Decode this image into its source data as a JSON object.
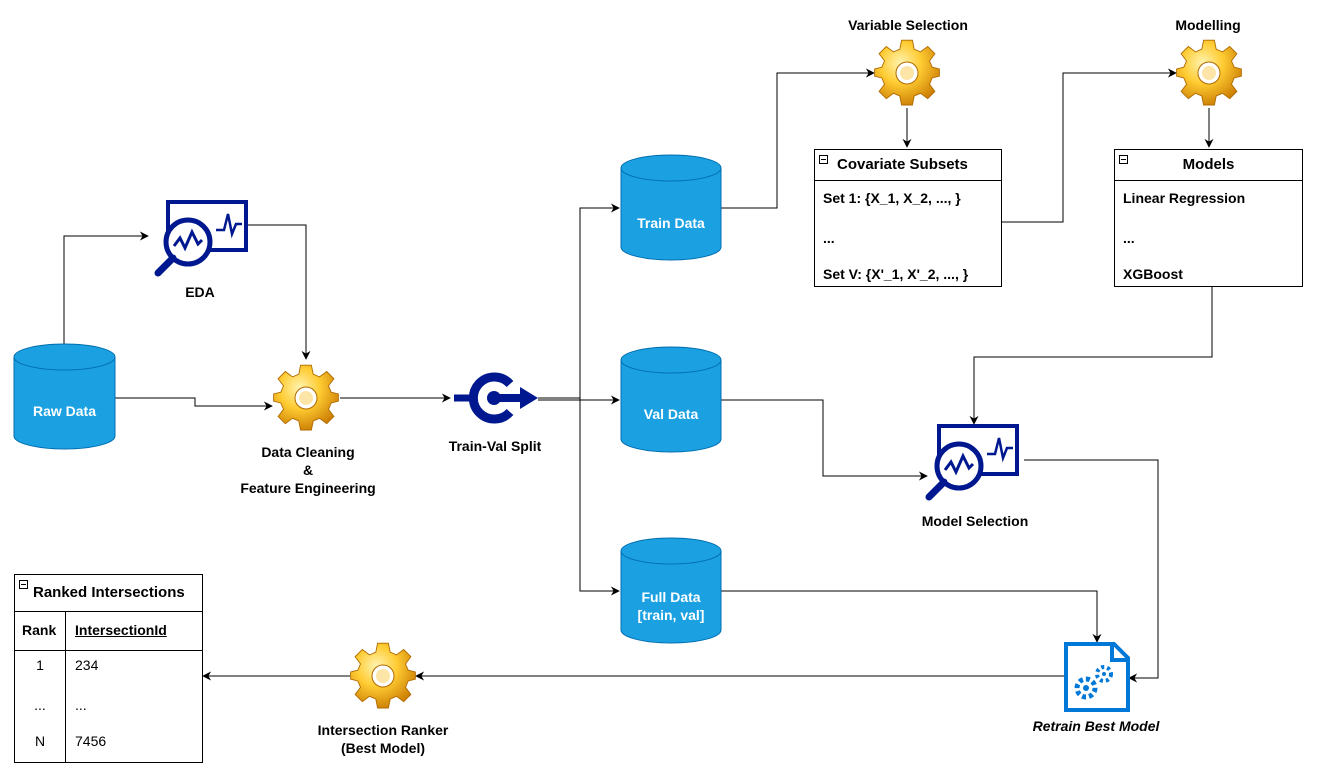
{
  "data_nodes": {
    "raw": "Raw Data",
    "train": "Train Data",
    "val": "Val Data",
    "full_line1": "Full Data",
    "full_line2": "[train, val]"
  },
  "process_labels": {
    "eda": "EDA",
    "cleaning_line1": "Data Cleaning",
    "cleaning_line2": "&",
    "cleaning_line3": "Feature Engineering",
    "split": "Train-Val Split",
    "variable_selection": "Variable Selection",
    "modelling": "Modelling",
    "model_selection": "Model Selection",
    "retrain": "Retrain Best Model",
    "ranker_line1": "Intersection Ranker",
    "ranker_line2": "(Best Model)"
  },
  "covariate_box": {
    "title": "Covariate Subsets",
    "rows": [
      "Set 1: {X_1, X_2, ..., }",
      "...",
      "Set V: {X'_1, X'_2, ..., }"
    ]
  },
  "models_box": {
    "title": "Models",
    "rows": [
      "Linear Regression",
      "...",
      "XGBoost"
    ]
  },
  "ranked_table": {
    "title": "Ranked Intersections",
    "columns": [
      "Rank",
      "IntersectionId"
    ],
    "rows": [
      {
        "rank": "1",
        "id": "234"
      },
      {
        "rank": "...",
        "id": "..."
      },
      {
        "rank": "N",
        "id": "7456"
      }
    ]
  },
  "colors": {
    "cylinder": "#1ba1e2",
    "cylinder_stroke": "#006eaf",
    "analytics_icon": "#00188f",
    "gear_light": "#ffd966",
    "gear_dark": "#d48a00",
    "retrain_icon": "#0078d7"
  }
}
